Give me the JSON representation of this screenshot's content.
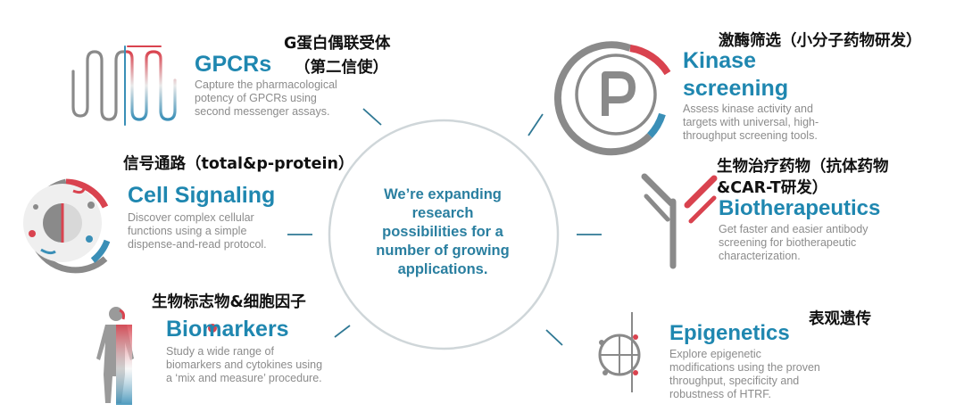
{
  "center": {
    "lines": [
      "We’re expanding",
      "research",
      "possibilities for a",
      "number of growing",
      "applications."
    ]
  },
  "sections": {
    "gpcrs": {
      "title": "GPCRs",
      "desc": [
        "Capture the pharmacological",
        "potency of GPCRs using",
        "second messenger assays."
      ],
      "zh": [
        "G蛋白偶联受体",
        "（第二信使）"
      ]
    },
    "kinase": {
      "title": [
        "Kinase",
        "screening"
      ],
      "desc": [
        "Assess kinase activity and",
        "targets with universal, high-",
        "throughput screening tools."
      ],
      "zh": [
        "激酶筛选（小分子药物研发）"
      ]
    },
    "cell_signaling": {
      "title": "Cell Signaling",
      "desc": [
        "Discover complex cellular",
        "functions using a simple",
        "dispense-and-read protocol."
      ],
      "zh": [
        "信号通路（total&p-protein）"
      ]
    },
    "biotherapeutics": {
      "title": "Biotherapeutics",
      "desc": [
        "Get faster and easier antibody",
        "screening for biotherapeutic",
        "characterization."
      ],
      "zh": [
        "生物治疗药物（抗体药物",
        "&CAR-T研发）"
      ]
    },
    "biomarkers": {
      "title": "Biomarkers",
      "desc": [
        "Study a wide range of",
        "biomarkers and cytokines using",
        "a ‘mix and measure’ procedure."
      ],
      "zh": [
        "生物标志物&细胞因子"
      ]
    },
    "epigenetics": {
      "title": "Epigenetics",
      "desc": [
        "Explore epigenetic",
        "modifications using the proven",
        "throughput, specificity and",
        "robustness of HTRF."
      ],
      "zh": [
        "表观遗传"
      ]
    }
  },
  "colors": {
    "accent_blue": "#1f87b0",
    "center_text": "#2a7fa0",
    "icon_gray": "#8a8a8a",
    "icon_red": "#d9434f",
    "icon_blue": "#3a8fb7",
    "circle_line": "#cfd6d9"
  },
  "icons": {
    "gpcrs": "gpcr-snake-icon",
    "kinase": "kinase-p-icon",
    "cell_signaling": "cell-icon",
    "biotherapeutics": "antibody-icon",
    "biomarkers": "human-figure-icon",
    "epigenetics": "epigenetics-icon"
  }
}
